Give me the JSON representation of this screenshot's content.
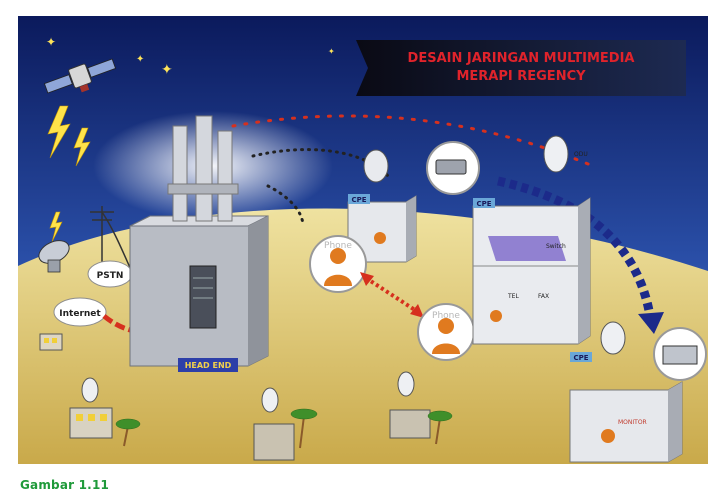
{
  "title": {
    "line1": "DESAIN JARINGAN MULTIMEDIA",
    "line2": "MERAPI REGENCY"
  },
  "labels": {
    "pstn": "PSTN",
    "internet": "Internet",
    "head_end": "HEAD END",
    "cpe_center": "CPE",
    "cpe_building": "CPE",
    "cpe_right": "CPE",
    "odu": "ODU",
    "switch": "Switch",
    "tel": "TEL",
    "fax": "FAX",
    "monitor": "MONITOR",
    "phone_1": "Phone",
    "phone_2": "Phone"
  },
  "caption": "Gambar 1.11",
  "colors": {
    "sky_top": "#0b1a5c",
    "ground": "#d9c46a",
    "title_text": "#e0232b",
    "link_red": "#d6301e",
    "link_blue": "#1c2a8a",
    "caption": "#1f9a3a"
  }
}
